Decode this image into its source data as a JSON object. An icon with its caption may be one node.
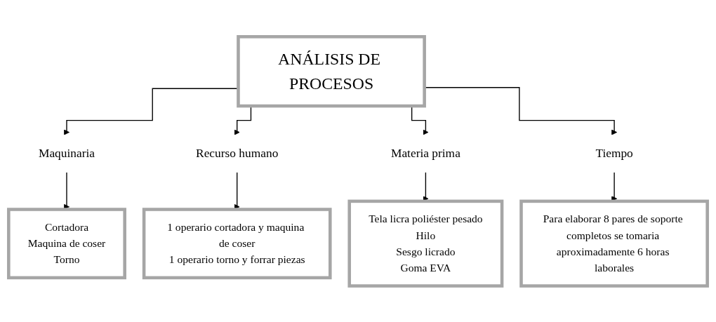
{
  "diagram": {
    "nodes": [
      {
        "text": [
          "ANÁLISIS DE PROCESOS"
        ]
      },
      {
        "text": [
          "Maquinaria"
        ]
      },
      {
        "text": [
          "Recurso humano"
        ]
      },
      {
        "text": [
          "Materia prima"
        ]
      },
      {
        "text": [
          "Tiempo"
        ]
      },
      {
        "text": [
          "Cortadora",
          "Maquina de coser",
          "Torno"
        ]
      },
      {
        "text": [
          "1 operario cortadora y maquina de coser",
          "1 operario torno y forrar piezas"
        ]
      },
      {
        "text": [
          "Tela licra poliéster pesado",
          "Hilo",
          "Sesgo licrado",
          "Goma EVA"
        ]
      },
      {
        "text": [
          "Para elaborar 8 pares de soporte completos se tomaria aproximadamente 6 horas laborales"
        ]
      }
    ],
    "edges": [
      {
        "from": 0,
        "to": 1,
        "arrow": "to"
      },
      {
        "from": 0,
        "to": 2,
        "arrow": "to"
      },
      {
        "from": 0,
        "to": 3,
        "arrow": "to"
      },
      {
        "from": 0,
        "to": 4,
        "arrow": "to"
      },
      {
        "from": 1,
        "to": 5,
        "arrow": "to"
      },
      {
        "from": 2,
        "to": 6,
        "arrow": "to"
      },
      {
        "from": 3,
        "to": 7,
        "arrow": "to"
      },
      {
        "from": 4,
        "to": 8,
        "arrow": "to"
      }
    ]
  }
}
